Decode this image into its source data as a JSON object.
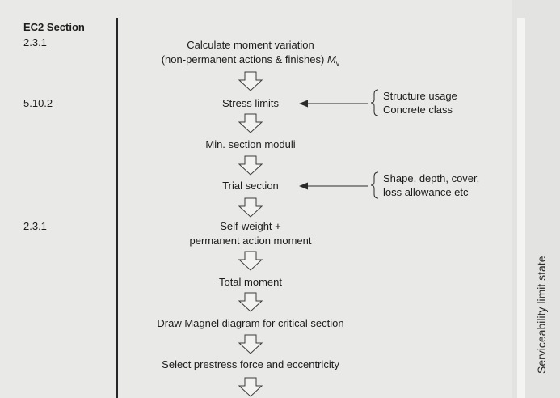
{
  "section_header": "EC2 Section",
  "section_refs": [
    {
      "ref": "2.3.1"
    },
    {
      "ref": "5.10.2"
    },
    {
      "ref": "2.3.1"
    }
  ],
  "steps": [
    {
      "line1": "Calculate moment variation",
      "line2_prefix": "(non-permanent actions & finishes) ",
      "line2_symbol": "M",
      "line2_sub": "v"
    },
    {
      "line1": "Stress limits"
    },
    {
      "line1": "Min. section moduli"
    },
    {
      "line1": "Trial section"
    },
    {
      "line1": "Self-weight +",
      "line2": "permanent action moment"
    },
    {
      "line1": "Total moment"
    },
    {
      "line1": "Draw Magnel diagram for critical section"
    },
    {
      "line1": "Select prestress force and eccentricity"
    }
  ],
  "inputs": [
    {
      "line1": "Structure usage",
      "line2": "Concrete class"
    },
    {
      "line1": "Shape, depth, cover,",
      "line2": "loss allowance etc"
    }
  ],
  "side_label": "Serviceability limit state"
}
